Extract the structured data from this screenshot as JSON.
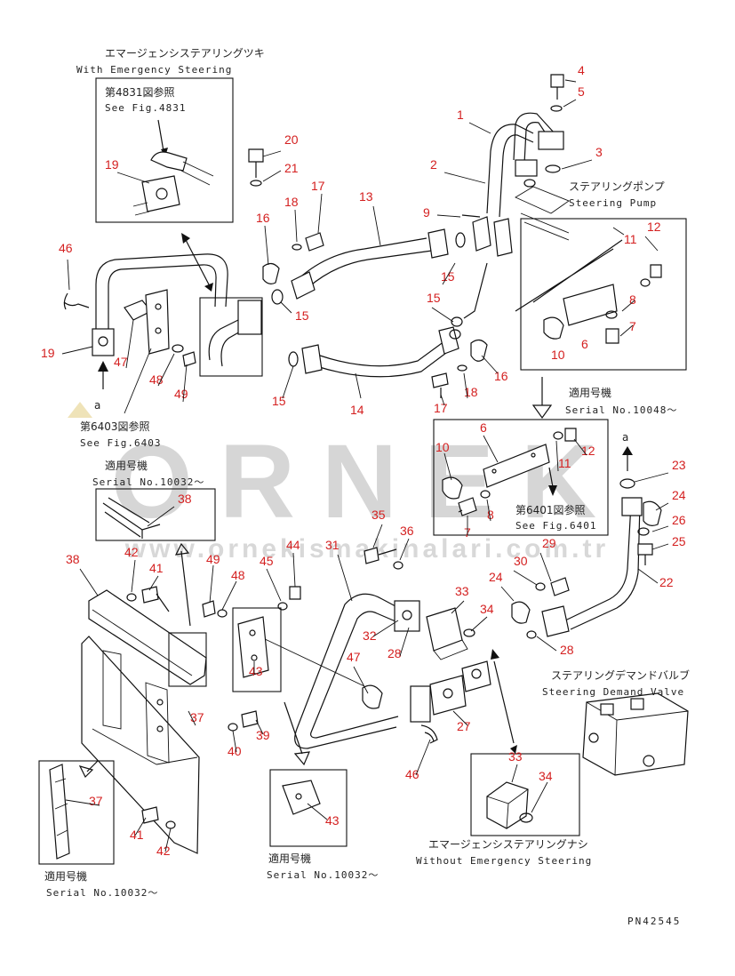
{
  "diagram": {
    "code": "PN42545",
    "notes": {
      "with_emergency_jp": "エマージェンシステアリングツキ",
      "with_emergency_en": "With Emergency Steering",
      "see4831_jp": "第4831図参照",
      "see4831_en": "See Fig.4831",
      "see6403_jp": "第6403図参照",
      "see6403_en": "See Fig.6403",
      "see6401_jp": "第6401図参照",
      "see6401_en": "See Fig.6401",
      "applicable_jp_1": "適用号機",
      "serial_10032_1": "Serial No.10032～",
      "applicable_jp_2": "適用号機",
      "serial_10048": "Serial No.10048～",
      "applicable_jp_3": "適用号機",
      "serial_10032_2": "Serial No.10032～",
      "applicable_jp_4": "適用号機",
      "serial_10032_3": "Serial No.10032～",
      "pump_jp": "ステアリングポンプ",
      "pump_en": "Steering Pump",
      "demand_jp": "ステアリングデマンドバルブ",
      "demand_en": "Steering Demand Valve",
      "without_jp": "エマージェンシステアリングナシ",
      "without_en": "Without Emergency Steering",
      "ref_a_1": "a",
      "ref_a_2": "a"
    },
    "watermark": {
      "brand": "ORNEK",
      "url": "www.ornekismakinalari.com.tr"
    },
    "callouts": {
      "c1": "1",
      "c2": "2",
      "c3": "3",
      "c4": "4",
      "c5": "5",
      "c6a": "6",
      "c6b": "6",
      "c7a": "7",
      "c7b": "7",
      "c8a": "8",
      "c8b": "8",
      "c9": "9",
      "c10a": "10",
      "c10b": "10",
      "c11a": "11",
      "c11b": "11",
      "c12a": "12",
      "c12b": "12",
      "c13": "13",
      "c14": "14",
      "c15a": "15",
      "c15b": "15",
      "c15c": "15",
      "c15d": "15",
      "c16a": "16",
      "c16b": "16",
      "c17a": "17",
      "c17b": "17",
      "c18a": "18",
      "c18b": "18",
      "c19a": "19",
      "c19b": "19",
      "c20": "20",
      "c21": "21",
      "c22": "22",
      "c23": "23",
      "c24a": "24",
      "c24b": "24",
      "c25": "25",
      "c26": "26",
      "c27": "27",
      "c28a": "28",
      "c28b": "28",
      "c29": "29",
      "c30": "30",
      "c31": "31",
      "c32": "32",
      "c33a": "33",
      "c33b": "33",
      "c34a": "34",
      "c34b": "34",
      "c35": "35",
      "c36": "36",
      "c37a": "37",
      "c37b": "37",
      "c38a": "38",
      "c38b": "38",
      "c39": "39",
      "c40": "40",
      "c41a": "41",
      "c41b": "41",
      "c42a": "42",
      "c42b": "42",
      "c43a": "43",
      "c43b": "43",
      "c44": "44",
      "c45": "45",
      "c46a": "46",
      "c46b": "46",
      "c47a": "47",
      "c47b": "47",
      "c48a": "48",
      "c48b": "48",
      "c49a": "49",
      "c49b": "49"
    }
  }
}
